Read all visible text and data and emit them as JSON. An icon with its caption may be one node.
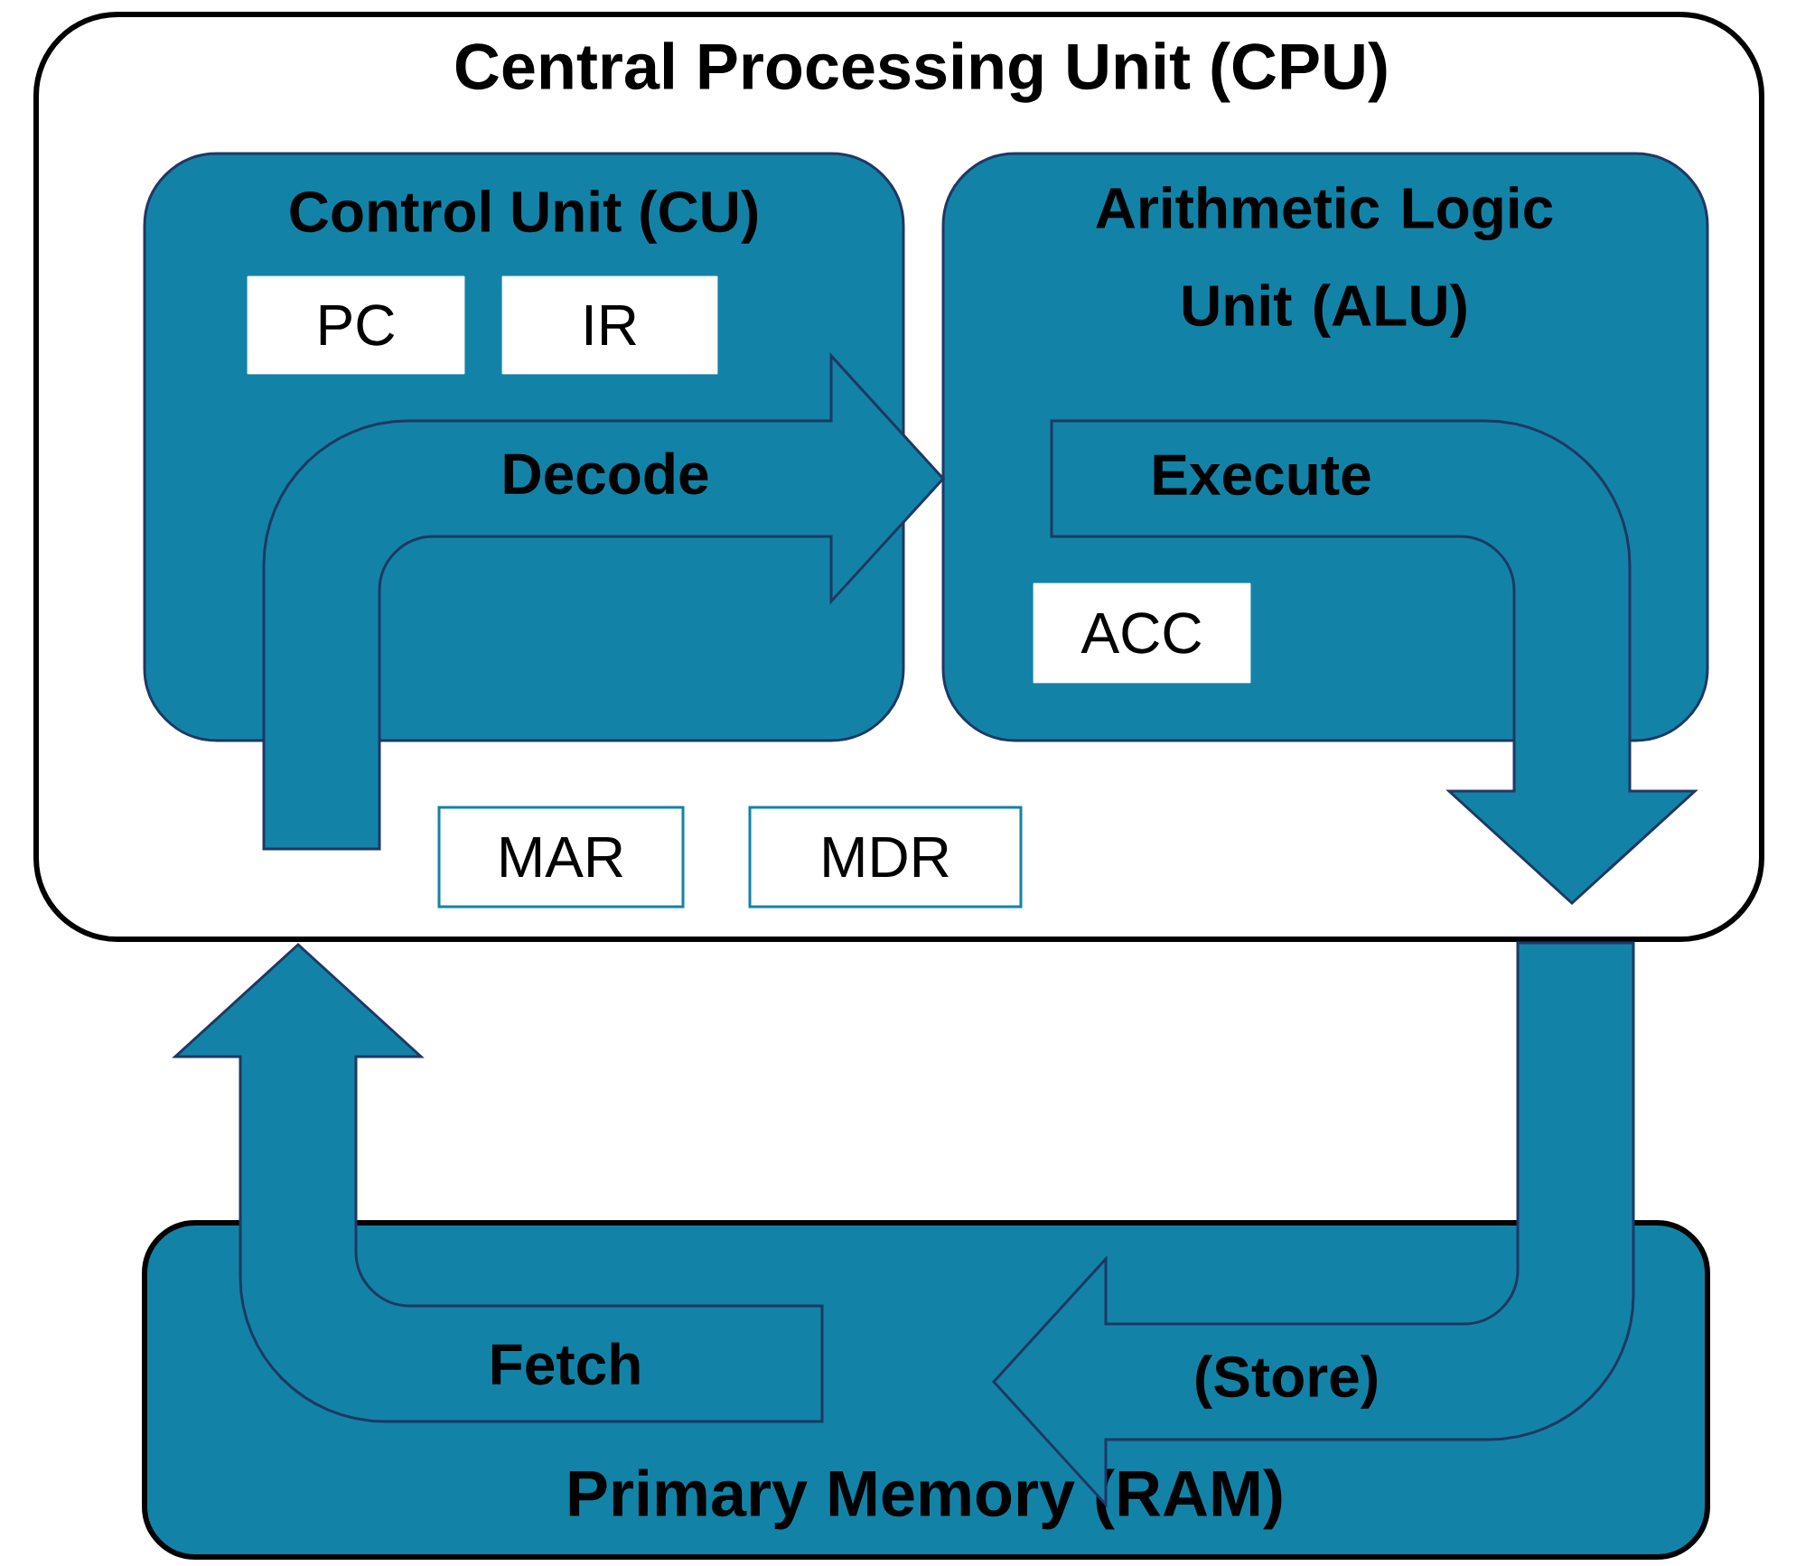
{
  "diagram": {
    "nodes": [
      {
        "text": [
          "Central Processing Unit (CPU)"
        ]
      },
      {
        "text": [
          "Control Unit (CU)"
        ],
        "in": 0
      },
      {
        "text": [
          "PC"
        ],
        "in": 1
      },
      {
        "text": [
          "IR"
        ],
        "in": 1
      },
      {
        "text": [
          "Arithmetic Logic Unit (ALU)"
        ],
        "in": 0
      },
      {
        "text": [
          "ACC"
        ],
        "in": 4
      },
      {
        "text": [
          "MAR"
        ],
        "in": 0
      },
      {
        "text": [
          "MDR"
        ],
        "in": 0
      },
      {
        "text": [
          "Primary Memory (RAM)"
        ]
      }
    ],
    "edges": [
      {
        "from": 8,
        "to": 0,
        "arrow": "to",
        "label": "Fetch"
      },
      {
        "from": null,
        "to": 4,
        "arrow": "to",
        "label": "Decode"
      },
      {
        "from": 4,
        "to": null,
        "arrow": "to",
        "label": "Execute"
      },
      {
        "from": 0,
        "to": 8,
        "arrow": "to",
        "label": "(Store)"
      }
    ]
  }
}
